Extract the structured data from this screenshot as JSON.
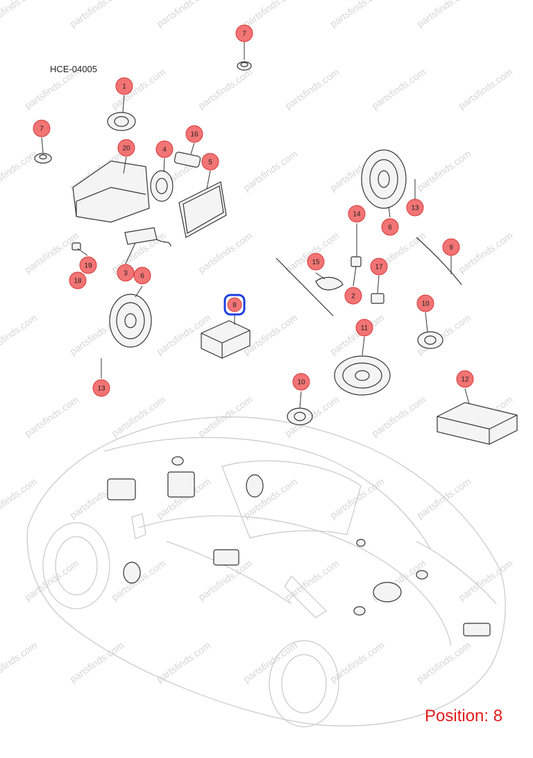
{
  "diagram_code": "HCE-04005",
  "position_label": "Position: 8",
  "watermark_text": "partsfinds.com",
  "colors": {
    "callout_fill": "#f27474",
    "callout_stroke": "#d63838",
    "highlight_stroke": "#1e3ee0",
    "highlight_fill": "#ffffff",
    "position_text": "#e11b1b"
  },
  "callouts": [
    {
      "label": "7",
      "highlighted": false
    },
    {
      "label": "1",
      "highlighted": false
    },
    {
      "label": "7",
      "highlighted": false
    },
    {
      "label": "16",
      "highlighted": false
    },
    {
      "label": "20",
      "highlighted": false
    },
    {
      "label": "4",
      "highlighted": false
    },
    {
      "label": "5",
      "highlighted": false
    },
    {
      "label": "19",
      "highlighted": false
    },
    {
      "label": "18",
      "highlighted": false
    },
    {
      "label": "3",
      "highlighted": false
    },
    {
      "label": "6",
      "highlighted": false
    },
    {
      "label": "13",
      "highlighted": false
    },
    {
      "label": "8",
      "highlighted": true
    },
    {
      "label": "14",
      "highlighted": false
    },
    {
      "label": "15",
      "highlighted": false
    },
    {
      "label": "2",
      "highlighted": false
    },
    {
      "label": "17",
      "highlighted": false
    },
    {
      "label": "13",
      "highlighted": false
    },
    {
      "label": "6",
      "highlighted": false
    },
    {
      "label": "9",
      "highlighted": false
    },
    {
      "label": "10",
      "highlighted": false
    },
    {
      "label": "11",
      "highlighted": false
    },
    {
      "label": "10",
      "highlighted": false
    },
    {
      "label": "12",
      "highlighted": false
    }
  ]
}
